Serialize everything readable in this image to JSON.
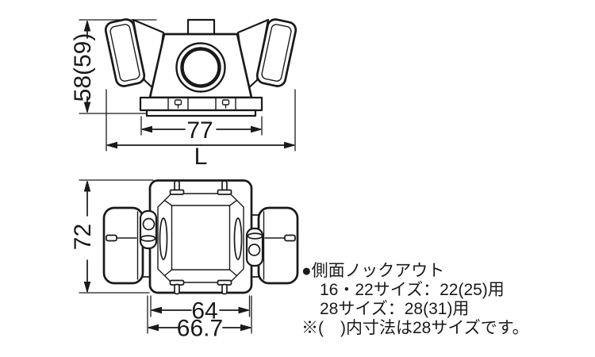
{
  "drawing": {
    "top_view": {
      "dim_height": "58(59)",
      "dim_width": "77",
      "dim_length": "L"
    },
    "bottom_view": {
      "dim_height": "72",
      "dim_width_inner": "64",
      "dim_width_outer": "66.7"
    },
    "notes": {
      "heading": "●側面ノックアウト",
      "size_line_1": "16・22サイズ：22(25)用",
      "size_line_2": "28サイズ：28(31)用",
      "footnote": "※(　)内寸法は28サイズです。"
    },
    "colors": {
      "line": "#1a1a1a",
      "background": "#ffffff"
    }
  }
}
